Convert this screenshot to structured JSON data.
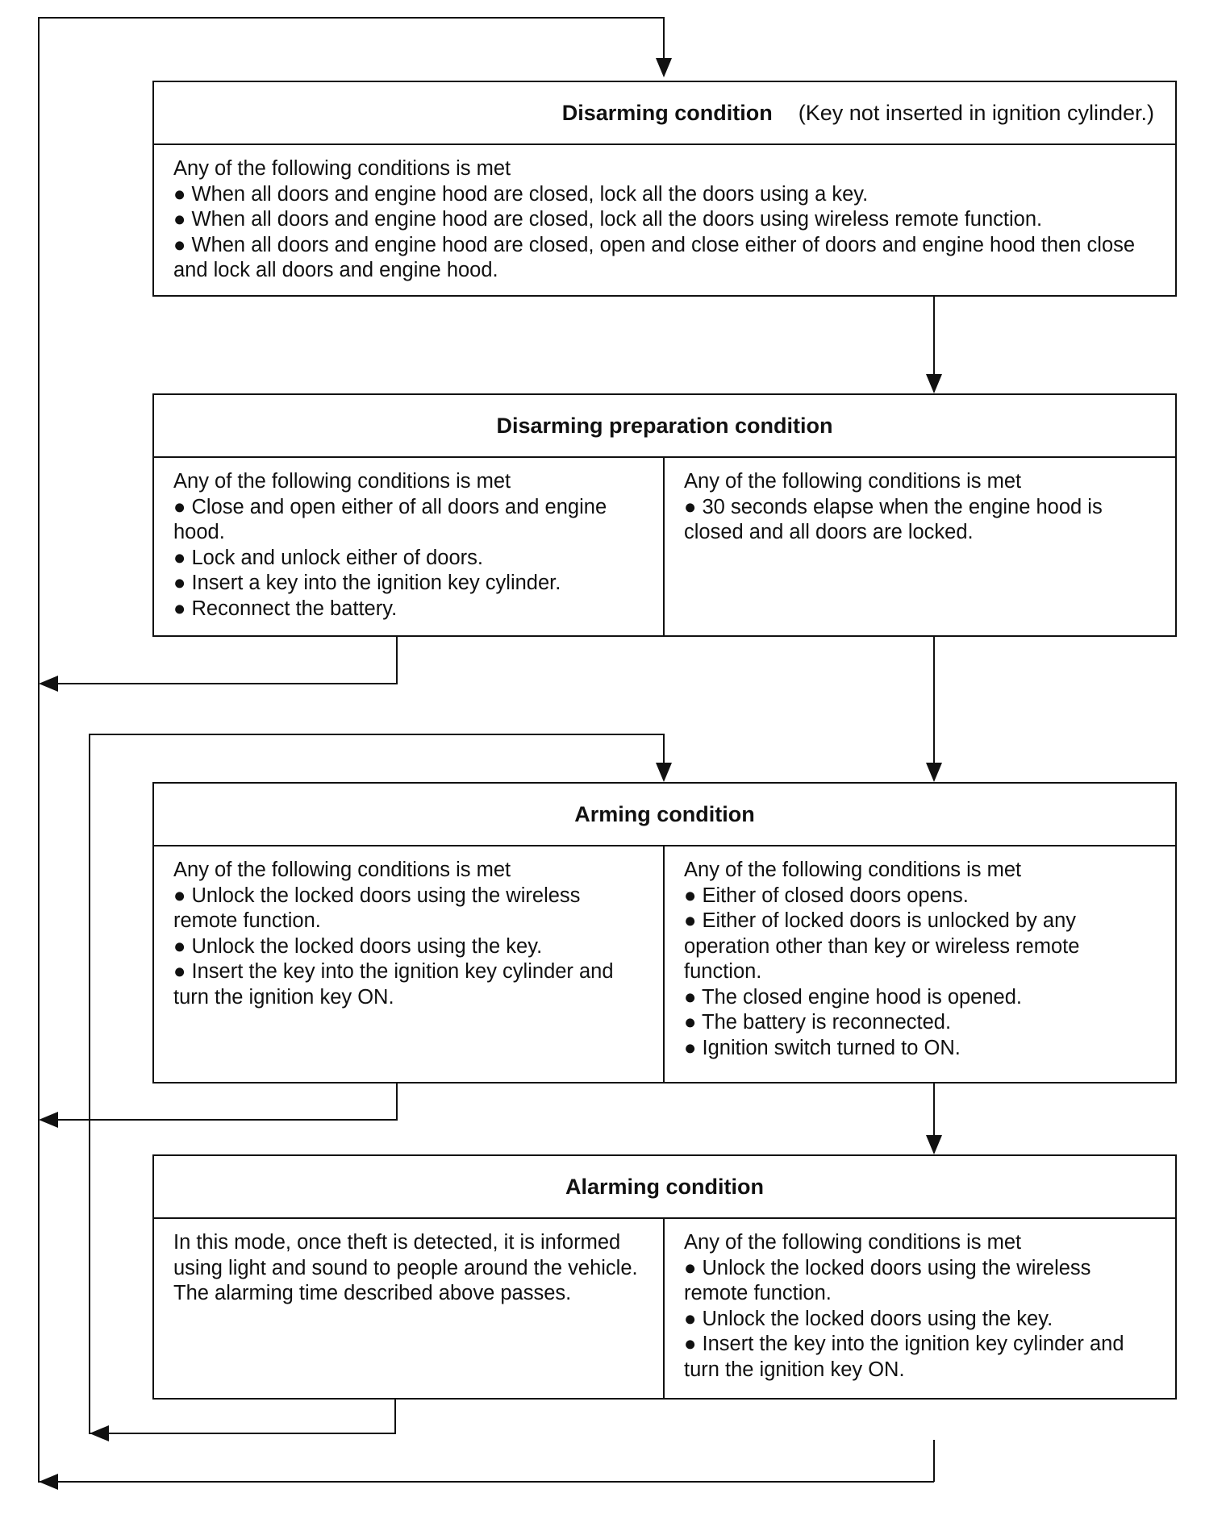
{
  "boxes": [
    {
      "title": "Disarming condition",
      "title_note": "(Key not inserted in ignition cylinder.)",
      "left": {
        "intro": "Any of the following conditions is met",
        "items": [
          "When all doors and engine hood are closed, lock all the doors using a key.",
          "When all doors and engine hood are closed, lock all the doors using wireless remote function.",
          "When all doors and engine hood are closed, open and close either of doors and engine hood then close and lock all doors and engine hood."
        ]
      }
    },
    {
      "title": "Disarming preparation condition",
      "left": {
        "intro": "Any of the following conditions is met",
        "items": [
          "Close and open either of all doors and engine hood.",
          "Lock and unlock either of doors.",
          "Insert a key into the ignition key cylinder.",
          "Reconnect the battery."
        ]
      },
      "right": {
        "intro": "Any of the following conditions is met",
        "items": [
          "30 seconds elapse when the engine hood is closed and all doors are locked."
        ]
      }
    },
    {
      "title": "Arming condition",
      "left": {
        "intro": "Any of the following conditions is met",
        "items": [
          "Unlock the locked doors using the wireless remote function.",
          "Unlock the locked doors using the key.",
          "Insert the key into the ignition key cylinder and turn the ignition key ON."
        ]
      },
      "right": {
        "intro": "Any of the following conditions is met",
        "items": [
          "Either of closed doors opens.",
          "Either of locked doors is unlocked by any operation other than key or wireless remote function.",
          "The closed engine hood is opened.",
          "The battery is reconnected.",
          "Ignition switch turned to ON."
        ]
      }
    },
    {
      "title": "Alarming condition",
      "left": {
        "lines": [
          "In this mode, once theft is detected, it is informed using light and sound to people around the vehicle.",
          "The alarming time described above passes."
        ]
      },
      "right": {
        "intro": "Any of the following conditions is met",
        "items": [
          "Unlock the locked doors using the wireless remote function.",
          "Unlock the locked doors using the key.",
          "Insert the key into the ignition key cylinder and turn the ignition key ON."
        ]
      }
    }
  ],
  "bullet_glyph": "●"
}
